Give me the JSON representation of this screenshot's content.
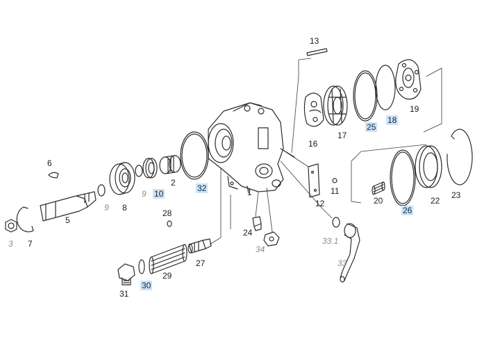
{
  "labels": {
    "p1": "1",
    "p2": "2",
    "p3": "3",
    "p5": "5",
    "p6": "6",
    "p7": "7",
    "p8": "8",
    "p9a": "9",
    "p9b": "9",
    "p10": "10",
    "p11": "11",
    "p12": "12",
    "p13": "13",
    "p16": "16",
    "p17": "17",
    "p18": "18",
    "p19": "19",
    "p20": "20",
    "p22": "22",
    "p23": "23",
    "p24": "24",
    "p25": "25",
    "p26": "26",
    "p27": "27",
    "p28": "28",
    "p29": "29",
    "p30": "30",
    "p31": "31",
    "p32": "32",
    "p33": "33",
    "p331": "33.1",
    "p34": "34"
  },
  "colors": {
    "line": "#2b2b2b",
    "highlight": "#cfe2f3",
    "alt_label": "#8a8a8a"
  }
}
